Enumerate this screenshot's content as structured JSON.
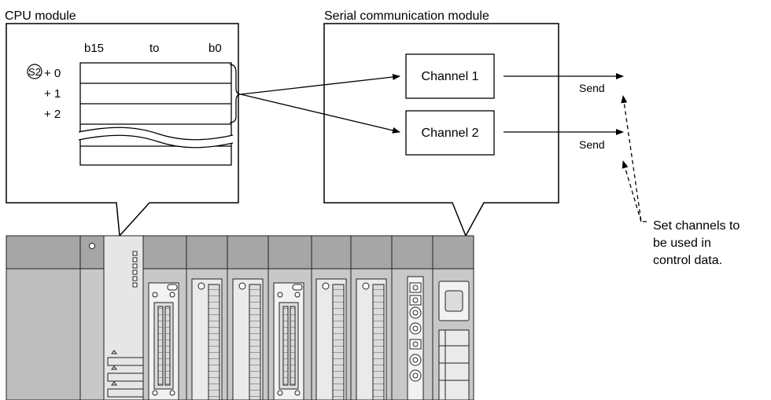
{
  "cpu": {
    "title": "CPU module",
    "bits": {
      "high": "b15",
      "to": "to",
      "low": "b0"
    },
    "operand": "S2",
    "offsets": [
      "+ 0",
      "+ 1",
      "+ 2"
    ]
  },
  "serial": {
    "title": "Serial communication module",
    "channels": [
      "Channel 1",
      "Channel 2"
    ],
    "send_labels": [
      "Send",
      "Send"
    ]
  },
  "note": {
    "lines": [
      "Set channels to",
      "be used in",
      "control data."
    ]
  },
  "colors": {
    "rack_dark": "#a6a6a6",
    "rack_mid": "#c8c8c8",
    "rack_light": "#e2e2e2",
    "line": "#000000"
  }
}
